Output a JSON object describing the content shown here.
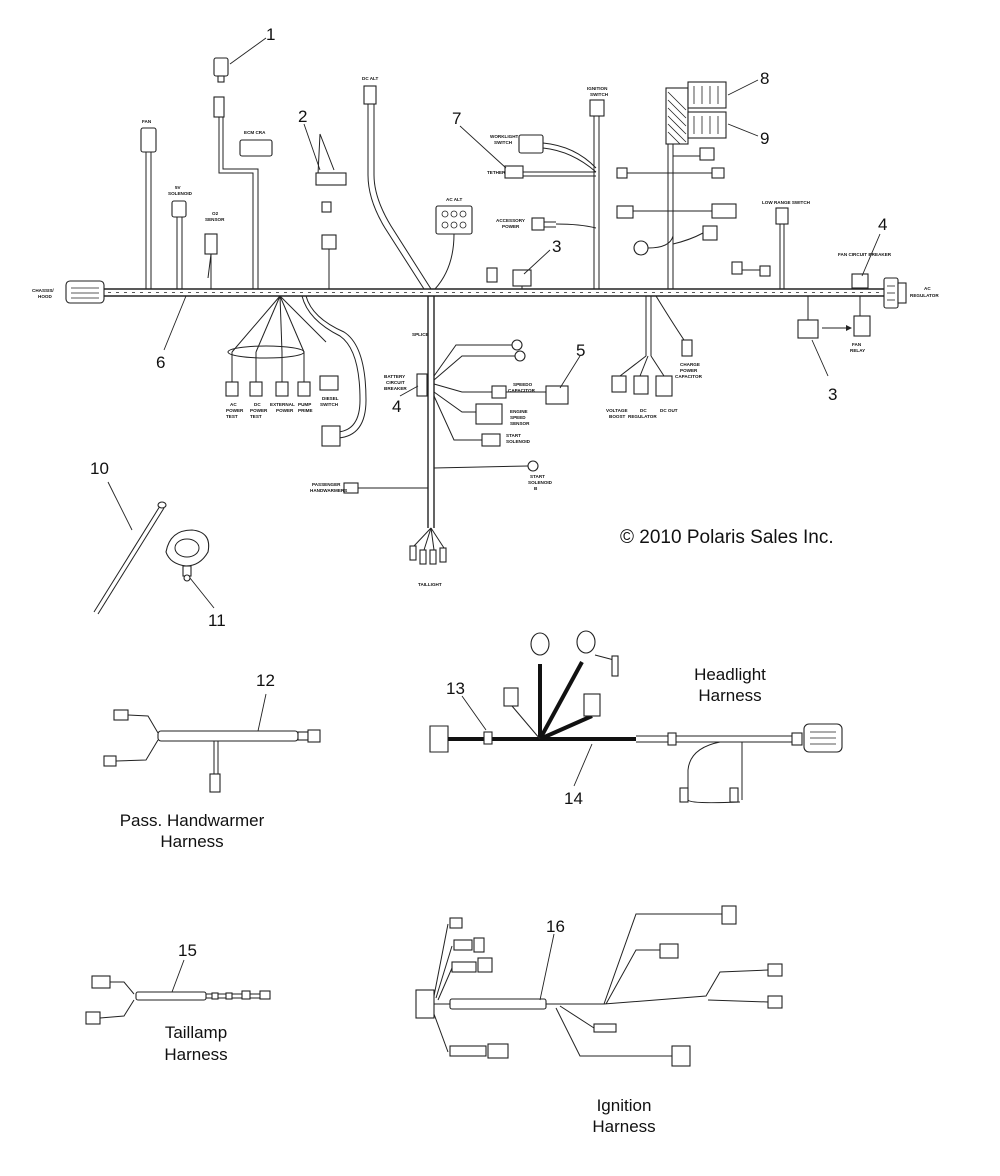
{
  "copyright": "© 2010 Polaris Sales Inc.",
  "callouts": [
    "1",
    "2",
    "3",
    "3",
    "4",
    "4",
    "5",
    "6",
    "7",
    "8",
    "9",
    "10",
    "11",
    "12",
    "13",
    "14",
    "15",
    "16"
  ],
  "captions": {
    "pass_handwarmer": [
      "Pass. Handwarmer",
      "Harness"
    ],
    "headlight": [
      "Headlight",
      "Harness"
    ],
    "taillamp": [
      "Taillamp",
      "Harness"
    ],
    "ignition": [
      "Ignition",
      "Harness"
    ]
  },
  "connector_labels": {
    "chassis_hood": [
      "CHASSIS/",
      "HOOD"
    ],
    "ac_regulator": [
      "AC",
      "REGULATOR"
    ],
    "fan": "FAN",
    "solenoid": [
      "5V",
      "SOLENOID"
    ],
    "ecm": "ECM CRA",
    "o2_sensor": [
      "O2",
      "SENSOR"
    ],
    "dc_alt": "DC ALT",
    "ac_alt": "AC ALT",
    "worklight_switch": [
      "WORKLIGHT",
      "SWITCH"
    ],
    "tether": "TETHER",
    "accessory_power": [
      "ACCESSORY",
      "POWER"
    ],
    "ignition_switch": [
      "IGNITION",
      "SWITCH"
    ],
    "low_range_switch": "LOW RANGE SWITCH",
    "fan_circuit_breaker": "FAN CIRCUIT BREAKER",
    "fan_relay": [
      "FAN",
      "RELAY"
    ],
    "battery_circuit_breaker": [
      "BATTERY",
      "CIRCUIT",
      "BREAKER"
    ],
    "speedo_capacitor": [
      "SPEEDO",
      "CAPACITOR"
    ],
    "engine_speed_sensor": [
      "ENGINE",
      "SPEED",
      "SENSOR"
    ],
    "start_solenoid": [
      "START",
      "SOLENOID"
    ],
    "start_solenoid_b": [
      "START",
      "SOLENOID",
      "B"
    ],
    "passenger_handwarmers": [
      "PASSENGER",
      "HANDWARMERS"
    ],
    "taillight": "TAILLIGHT",
    "ac_power_test": [
      "AC",
      "POWER",
      "TEST"
    ],
    "dc_power_test": [
      "DC",
      "POWER",
      "TEST"
    ],
    "external_power": [
      "EXTERNAL",
      "POWER"
    ],
    "pump_prime": [
      "PUMP",
      "PRIME"
    ],
    "diesel_switch": [
      "DIESEL",
      "SWITCH"
    ],
    "charge_power_capacitor": [
      "CHARGE",
      "POWER",
      "CAPACITOR"
    ],
    "voltage_boost": [
      "VOLTAGE",
      "BOOST"
    ],
    "dc_regulator": [
      "DC",
      "REGULATOR"
    ],
    "dc_out": [
      "DC OUT"
    ]
  }
}
